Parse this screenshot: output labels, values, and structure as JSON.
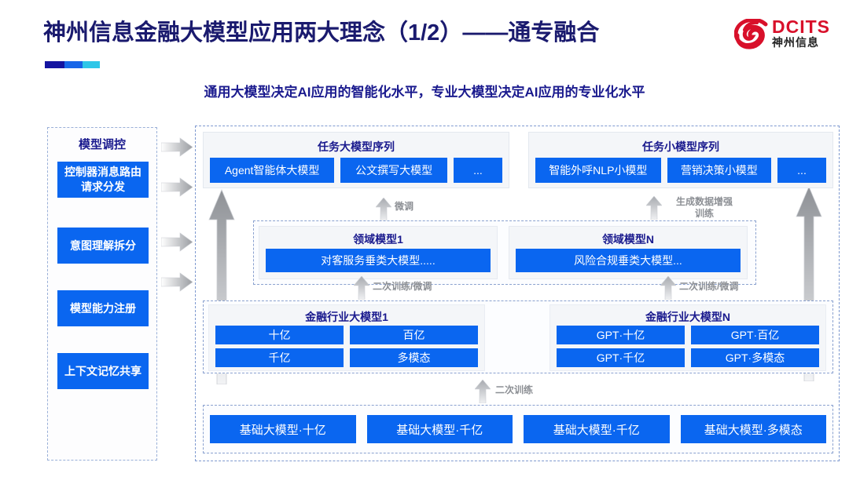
{
  "header": {
    "title": "神州信息金融大模型应用两大理念（1/2）——通专融合",
    "subtitle": "通用大模型决定AI应用的智能化水平，专业大模型决定AI应用的专业化水平",
    "logo_en": "DCITS",
    "logo_cn": "神州信息",
    "accent_navy": "#1a1a6e",
    "accent_blue": "#0a66f0",
    "accent_red": "#d8102a"
  },
  "sidebar": {
    "title": "模型调控",
    "items": [
      {
        "label": "控制器消息路由请求分发"
      },
      {
        "label": "意图理解拆分"
      },
      {
        "label": "模型能力注册"
      },
      {
        "label": "上下文记忆共享"
      }
    ]
  },
  "task_sequences": [
    {
      "title": "任务大模型序列",
      "chips": [
        "Agent智能体大模型",
        "公文撰写大模型",
        "..."
      ]
    },
    {
      "title": "任务小模型序列",
      "chips": [
        "智能外呼NLP小模型",
        "营销决策小模型",
        "..."
      ]
    }
  ],
  "domain_models": [
    {
      "title": "领域模型1",
      "chip": "对客服务垂类大模型....."
    },
    {
      "title": "领域模型N",
      "chip": "风险合规垂类大模型..."
    }
  ],
  "finance_models": [
    {
      "title": "金融行业大模型1",
      "cells": [
        "十亿",
        "百亿",
        "千亿",
        "多模态"
      ]
    },
    {
      "title": "金融行业大模型N",
      "cells": [
        "GPT·十亿",
        "GPT·百亿",
        "GPT·千亿",
        "GPT·多模态"
      ]
    }
  ],
  "base_models": [
    "基础大模型·十亿",
    "基础大模型·千亿",
    "基础大模型·千亿",
    "基础大模型·多模态"
  ],
  "arrow_labels": {
    "finetune_left": "微调",
    "augment_right_line1": "生成数据增强",
    "augment_right_line2": "训练",
    "retrain_finetune_left": "二次训练/微调",
    "retrain_finetune_right": "二次训练/微调",
    "retrain_bottom": "二次训练"
  }
}
